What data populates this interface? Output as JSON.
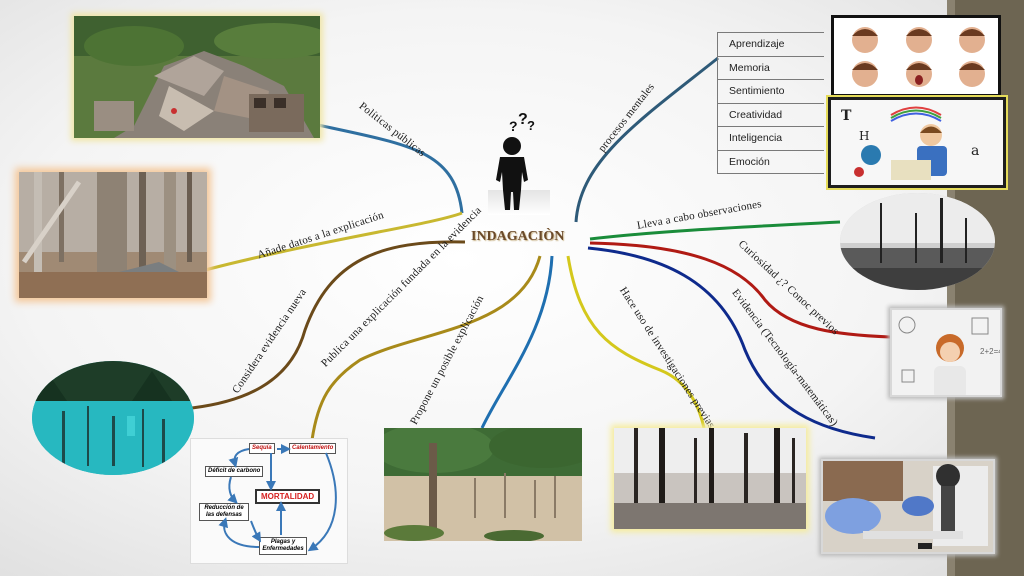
{
  "center": {
    "title": "INDAGACIÒN"
  },
  "branches": [
    {
      "label": "Políticas públicas",
      "color": "#2f6fa0"
    },
    {
      "label": "Añade datos a la explicación",
      "color": "#c8b830"
    },
    {
      "label": "Considera evidencia nueva",
      "color": "#6b4a1a"
    },
    {
      "label": "Publica una explicación fundada en la evidencia",
      "color": "#a88a1a"
    },
    {
      "label": "Propone un posible explicación",
      "color": "#1f6fb0"
    },
    {
      "label": "Hace uso de investigaciones previas",
      "color": "#d4c81c"
    },
    {
      "label": "Evidencia (Tecnología-matemáticas)",
      "color": "#0e2a8c"
    },
    {
      "label": "Curiosidad ¿? Conoc previos",
      "color": "#b01a14"
    },
    {
      "label": "Lleva a cabo observaciones",
      "color": "#1a8c3a"
    },
    {
      "label": "procesos mentales",
      "color": "#2e5a78"
    }
  ],
  "mental_processes": [
    "Aprendizaje",
    "Memoria",
    "Sentimiento",
    "Creatividad",
    "Inteligencia",
    "Emoción"
  ],
  "mortality_diagram": {
    "sequia": "Sequía",
    "calentamiento": "Calentamiento",
    "deficit": "Déficit de carbono",
    "mortalidad": "MORTALIDAD",
    "reduccion": "Reducción de las defensas",
    "plagas": "Plagas y Enfermedades"
  },
  "colors": {
    "side_band": "#6d6552",
    "center_title": "#6b4a2a"
  }
}
